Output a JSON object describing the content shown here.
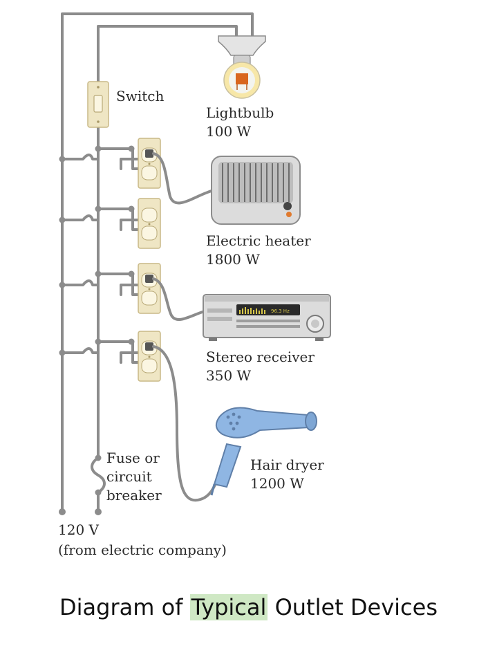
{
  "colors": {
    "wire": "#8c8c8c",
    "plate": "#efe6c4",
    "plate_edge": "#c9b987",
    "bulb_glow": "#f7e7a8",
    "device_body": "#dcdcdc",
    "dryer_blue": "#8fb6e3",
    "caption_highlight": "#cfe8c4"
  },
  "labels": {
    "switch": "Switch",
    "lightbulb_name": "Lightbulb",
    "lightbulb_power": "100 W",
    "heater_name": "Electric heater",
    "heater_power": "1800 W",
    "stereo_name": "Stereo receiver",
    "stereo_power": "350 W",
    "dryer_name": "Hair dryer",
    "dryer_power": "1200 W",
    "fuse_line1": "Fuse or",
    "fuse_line2": "circuit",
    "fuse_line3": "breaker",
    "source_voltage": "120 V",
    "source_note": "(from electric company)",
    "stereo_display": "96.3 Hz"
  },
  "caption": {
    "before": "Diagram of ",
    "highlight": "Typical",
    "after": " Outlet Devices"
  }
}
